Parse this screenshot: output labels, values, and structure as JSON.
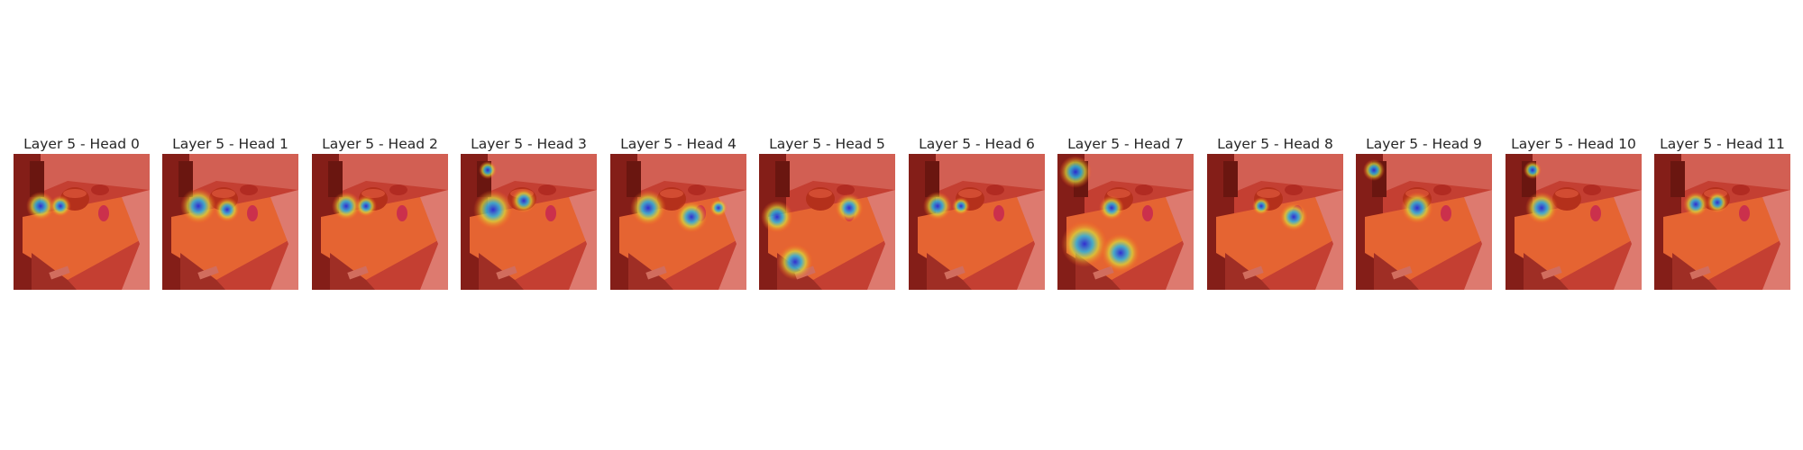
{
  "panels": [
    {
      "title": "Layer 5 - Head 0"
    },
    {
      "title": "Layer 5 - Head 1"
    },
    {
      "title": "Layer 5 - Head 2"
    },
    {
      "title": "Layer 5 - Head 3"
    },
    {
      "title": "Layer 5 - Head 4"
    },
    {
      "title": "Layer 5 - Head 5"
    },
    {
      "title": "Layer 5 - Head 6"
    },
    {
      "title": "Layer 5 - Head 7"
    },
    {
      "title": "Layer 5 - Head 8"
    },
    {
      "title": "Layer 5 - Head 9"
    },
    {
      "title": "Layer 5 - Head 10"
    },
    {
      "title": "Layer 5 - Head 11"
    }
  ]
}
